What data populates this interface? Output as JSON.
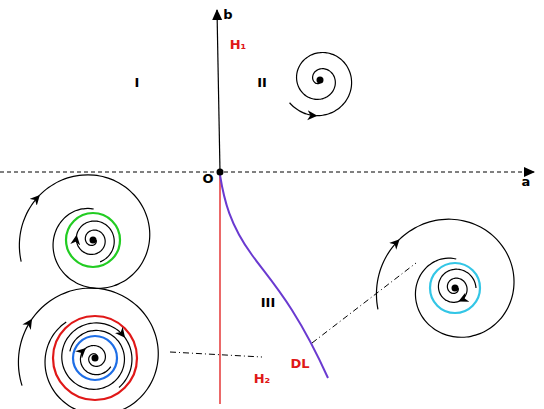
{
  "diagram": {
    "labels": [
      "b",
      "a",
      "O",
      "I",
      "II",
      "III",
      "H₁",
      "H₂",
      "DL"
    ]
  }
}
